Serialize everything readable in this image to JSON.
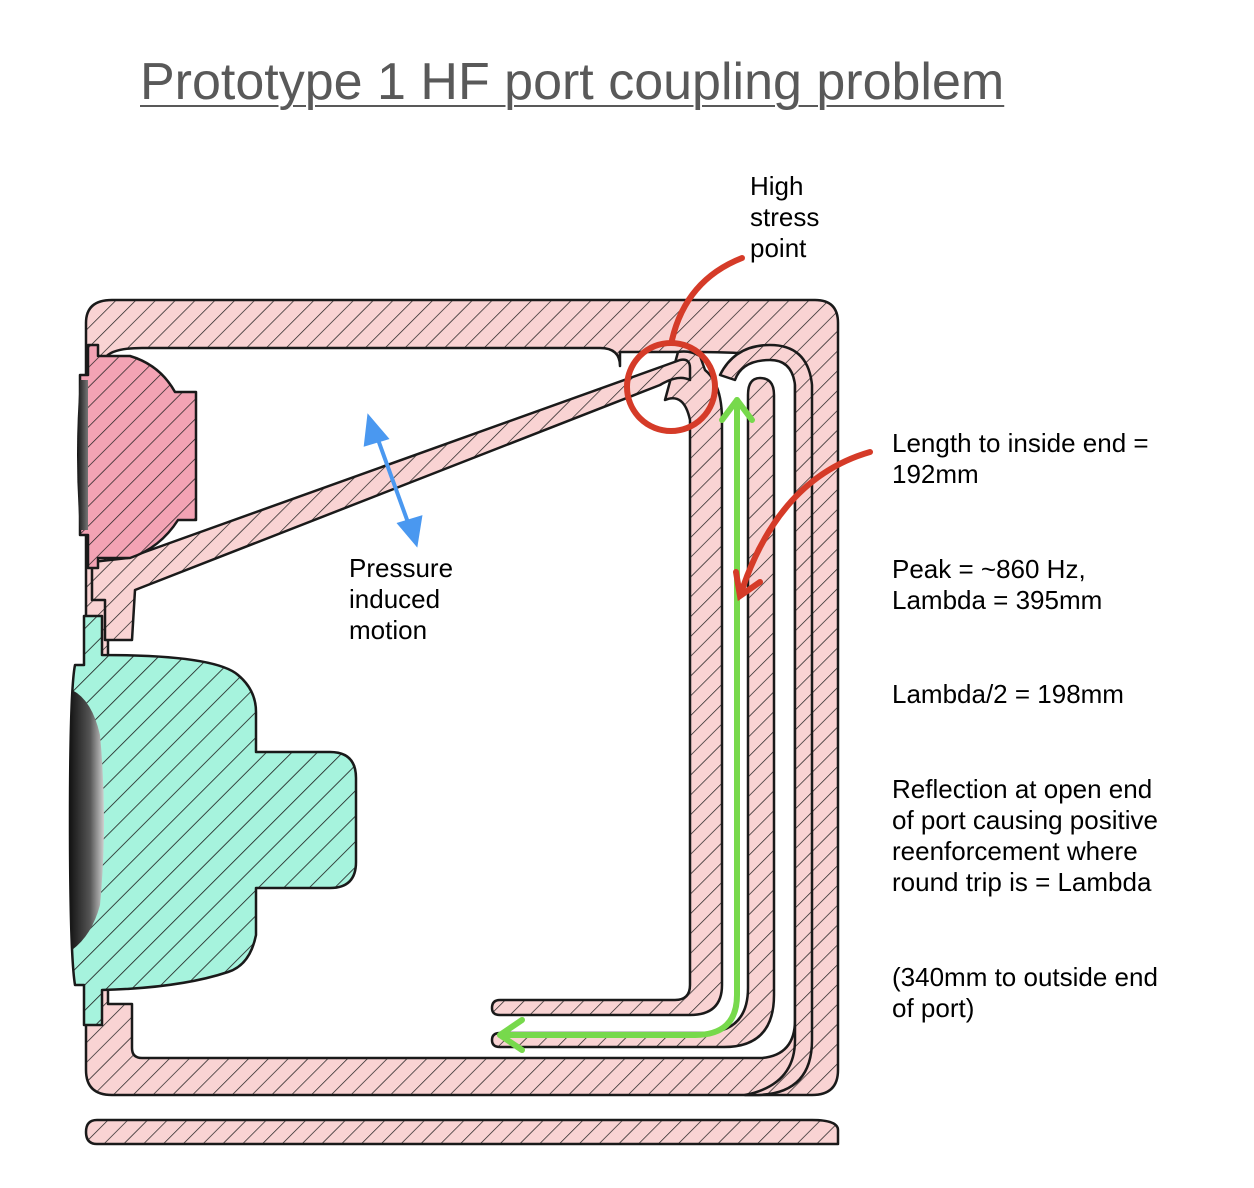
{
  "title": "Prototype 1 HF port coupling problem",
  "annotations": {
    "stress": [
      "High",
      "stress",
      "point"
    ],
    "pressure": [
      "Pressure",
      "induced",
      "motion"
    ],
    "length": [
      "Length to inside end =",
      "192mm"
    ],
    "peak": [
      "Peak = ~860 Hz,",
      "Lambda = 395mm"
    ],
    "half": [
      "Lambda/2 = 198mm"
    ],
    "reflection": [
      "Reflection at open end",
      "of port causing positive",
      "reenforcement where",
      "round trip is = Lambda"
    ],
    "outside": [
      "(340mm to outside end",
      "of port)"
    ]
  },
  "colors": {
    "enclosure_fill": "#f9d3d3",
    "tweeter_fill": "#f3a3b4",
    "woofer_fill": "#a6f3dd",
    "hatch": "#1a1a1a",
    "callout_red": "#d53b28",
    "path_green": "#77d94c",
    "motion_blue": "#4a98f0",
    "title_gray": "#595959"
  }
}
